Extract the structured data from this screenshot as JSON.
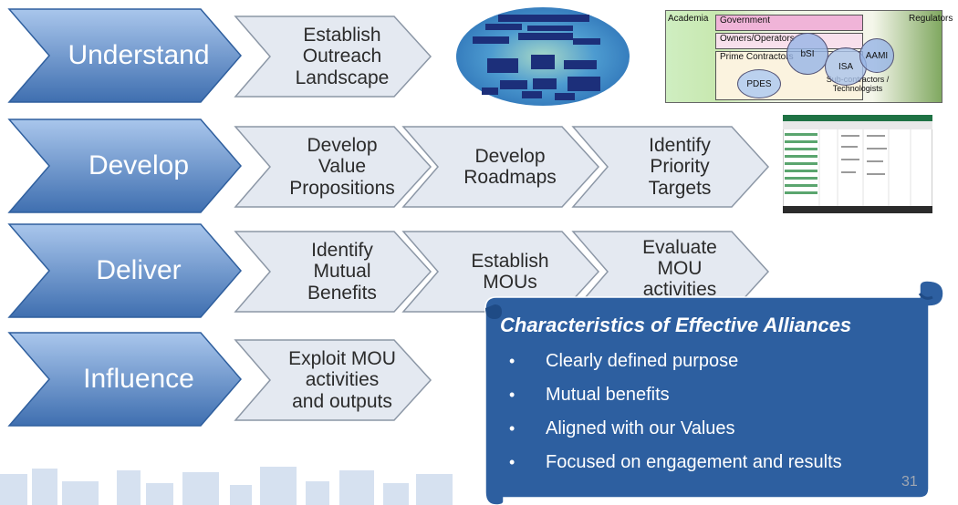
{
  "rows": [
    {
      "main": "Understand",
      "steps": [
        "Establish\nOutreach\nLandscape"
      ]
    },
    {
      "main": "Develop",
      "steps": [
        "Develop\nValue\nPropositions",
        "Develop\nRoadmaps",
        "Identify\nPriority\nTargets"
      ]
    },
    {
      "main": "Deliver",
      "steps": [
        "Identify\nMutual\nBenefits",
        "Establish\nMOUs",
        "Evaluate\nMOU\nactivities"
      ]
    },
    {
      "main": "Influence",
      "steps": [
        "Exploit MOU\nactivities\nand outputs"
      ]
    }
  ],
  "landscape_diagram": {
    "labels": [
      "Academia",
      "Government",
      "Regulators",
      "Owners/Operators",
      "Prime Contractors",
      "Sub-contractors /\nTechnologists",
      "bSI",
      "ISA",
      "AAMI",
      "PDES"
    ]
  },
  "callout": {
    "title": "Characteristics of Effective Alliances",
    "items": [
      "Clearly defined purpose",
      "Mutual benefits",
      "Aligned with our Values",
      "Focused on engagement and results"
    ]
  },
  "page_number": "31",
  "colors": {
    "main_fill_top": "#8fb2e0",
    "main_fill_bottom": "#4a78b8",
    "step_fill": "#e4e9f1",
    "callout": "#2d5fa0"
  }
}
